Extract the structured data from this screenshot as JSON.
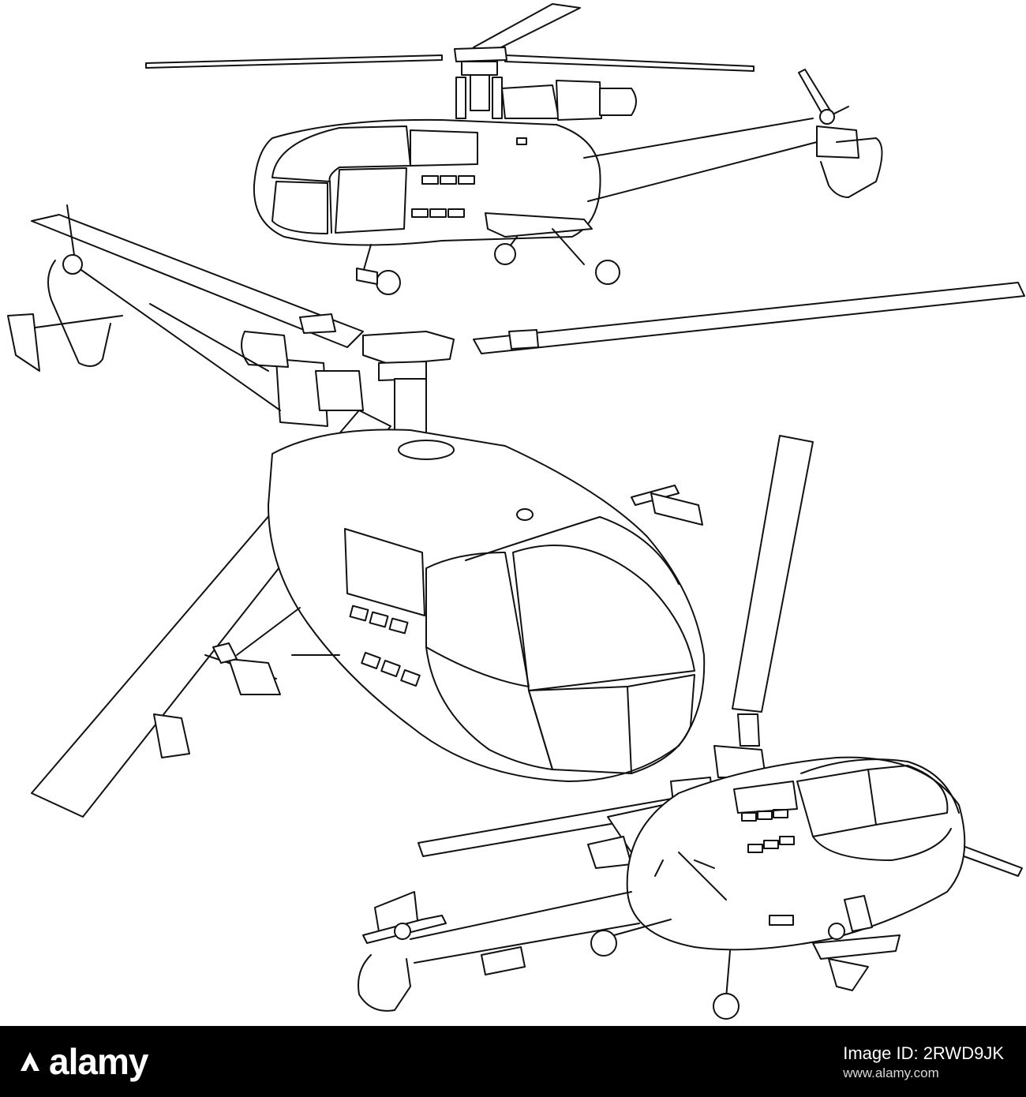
{
  "colors": {
    "line": "#111111",
    "background": "#ffffff",
    "footer_bg": "#000000",
    "footer_text": "#ffffff"
  },
  "subjects": [
    "helicopter-top",
    "helicopter-center",
    "helicopter-bottom"
  ],
  "footer": {
    "brand": "alamy",
    "image_id_label": "Image ID: 2RWD9JK",
    "site": "www.alamy.com"
  }
}
